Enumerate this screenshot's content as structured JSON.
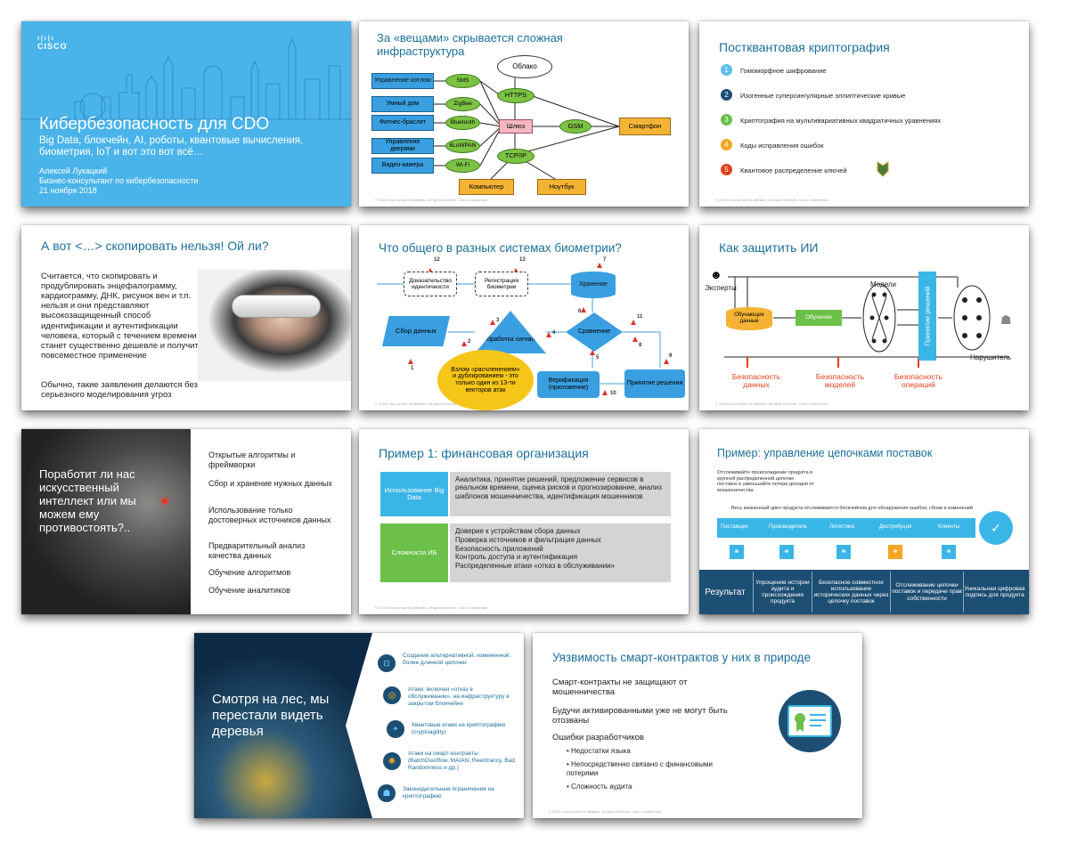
{
  "s1": {
    "logo": "CISCO",
    "title": "Кибербезопасность для CDO",
    "subtitle": "Big Data, блокчейн, AI, роботы, квантовые вычисления, биометрия, IoT и вот это вот всё…",
    "author": "Алексей Лукацкий",
    "role": "Бизнес-консультант по кибербезопасности",
    "date": "21 ноября 2018",
    "bg": "#4ab4ea"
  },
  "s2": {
    "title": "За «вещами» скрывается сложная инфраструктура",
    "cloud": "Облако",
    "devices": [
      "Управление котлом",
      "Умный дом",
      "Фитнес-браслет",
      "Управление дверями",
      "Видео-камера"
    ],
    "protocols": [
      "SMS",
      "ZigBee",
      "Bluetooth",
      "6LoWPAN",
      "Wi-Fi"
    ],
    "https": "HTTPS",
    "gateway": "Шлюз",
    "gsm": "GSM",
    "smartphone": "Смартфон",
    "tcpip": "TCP/IP",
    "computer": "Компьютер",
    "laptop": "Ноутбук",
    "footer": "© 2018 Cisco and/or its affiliates. All rights reserved.   Cisco Confidential"
  },
  "s3": {
    "title": "Постквантовая криптография",
    "items": [
      {
        "n": "1",
        "text": "Гомоморфное шифрование",
        "color": "#5bc0eb"
      },
      {
        "n": "2",
        "text": "Изогенные суперсингулярные эллиптические кривые",
        "color": "#1d4e73"
      },
      {
        "n": "3",
        "text": "Криптография на мультивариативных квадратичных уравнениях",
        "color": "#6cc04a"
      },
      {
        "n": "4",
        "text": "Коды исправления ошибок",
        "color": "#f5a623"
      },
      {
        "n": "5",
        "text": "Квантовое распределение ключей",
        "color": "#e2401c"
      }
    ],
    "footer": "© 2018 Cisco and/or its affiliates. All rights reserved.   Cisco Confidential"
  },
  "s4": {
    "title": "А вот <…> скопировать нельзя! Ой ли?",
    "para1": "Считается, что скопировать и продублировать энцефалограмму, кардиограмму, ДНК, рисунок вен и т.п. нельзя и они представляют высокозащищенный способ идентификации и аутентификации человека, который с течением времени станет существенно дешевле и получит повсеместное применение",
    "para2": "Обычно, такие заявления делаются без серьезного моделирования угроз"
  },
  "s5": {
    "title": "Что общего в разных системах биометрии?",
    "proof": "Доказательство идентичности",
    "registration": "Регистрация биометрии",
    "storage": "Хранение",
    "collect": "Сбор данных",
    "processing": "Обработка сигнала",
    "compare": "Сравнение",
    "verify": "Верификация (приложение)",
    "decision": "Принятие решения",
    "bubble": "Взлом «расчленением» и дублированием - это только один из 13-ти векторов атак",
    "nums": [
      "12",
      "13",
      "7",
      "6",
      "1",
      "2",
      "3",
      "4",
      "5",
      "8",
      "9",
      "10",
      "11"
    ],
    "footer": "© 2018 Cisco and/or its affiliates. All rights reserved."
  },
  "s6": {
    "title": "Как защитить ИИ",
    "experts": "Эксперты",
    "training_data": "Обучающие данные",
    "training": "Обучение",
    "models": "Модели",
    "decisions": "Принятие решений",
    "intruder": "Нарушитель",
    "sec_data": "Безопасность данных",
    "sec_models": "Безопасность моделей",
    "sec_ops": "Безопасность операций",
    "footer": "© 2018 Cisco and/or its affiliates. All rights reserved.   Cisco Confidential"
  },
  "s7": {
    "question": "Поработит ли нас искусственный интеллект или мы можем ему противостоять?..",
    "items": [
      "Открытые алгоритмы и фреймворки",
      "Сбор и хранение нужных данных",
      "Использование только достоверных источников данных",
      "Предварительный анализ качества данных",
      "Обучение алгоритмов",
      "Обучение аналитиков"
    ]
  },
  "s8": {
    "title": "Пример 1: финансовая организация",
    "row1_label": "Использование Big Data",
    "row1_text": "Аналитика, принятие решений, предложение сервисов в реальном времени, оценка рисков и прогнозирование, анализ шаблонов мошенничества, идентификация мошенников",
    "row2_label": "Сложности ИБ",
    "row2_lines": [
      "Доверие к устройствам сбора данных",
      "Проверка источников и фильтрация данных",
      "Безопасность приложений",
      "Контроль доступа и аутентификация",
      "Распределенные атаки «отказ в обслуживании»"
    ],
    "footer": "© 2018 Cisco and/or its affiliates. All rights reserved.   Cisco Confidential"
  },
  "s9": {
    "title": "Пример: управление цепочками поставок",
    "intro": "Отслеживайте происхождение продукта в крупной распределенной цепочке поставок и уменьшайте потери доходов от мошенничества",
    "chain_caption": "Весь жизненный цикл продукта отслеживается блокчейном для обнаружения ошибок, сбоев и изменений",
    "chain": [
      "Поставщик",
      "Производитель",
      "Логистика",
      "Дистрибуция",
      "Клиенты"
    ],
    "result_label": "Результат",
    "results": [
      "Упрощение истории аудита и происхождения продукта",
      "Безопасное совместное использование исторических данных через цепочку поставок",
      "Отслеживание цепочки поставок и передачи прав собственности",
      "Уникальная цифровая подпись для продукта"
    ]
  },
  "s10": {
    "caption": "Смотря на лес, мы перестали видеть деревья",
    "items": [
      "Создание альтернативной, измененной, более длинной цепочки",
      "Атаки, включая «отказ в обслуживании», на инфраструктуру в закрытом блокчейне",
      "Квантовые атаки на криптографию (cryptoagility)",
      "Атаки на смарт-контракты (BatchOverflow, MAIAN, Reentrancy, Bad Randomness и др.)",
      "Законодательные ограничения на криптографию"
    ]
  },
  "s11": {
    "title": "Уязвимость смарт-контрактов у них в природе",
    "p1": "Смарт-контракты не защищают от мошенничества",
    "p2": "Будучи активированными уже не могут быть отозваны",
    "p3": "Ошибки разработчиков",
    "bullets": [
      "Недостатки языка",
      "Непосредственно связано с финансовыми потерями",
      "Сложность аудита"
    ],
    "footer": "© 2018 Cisco and/or its affiliates. All rights reserved.   Cisco Confidential"
  }
}
